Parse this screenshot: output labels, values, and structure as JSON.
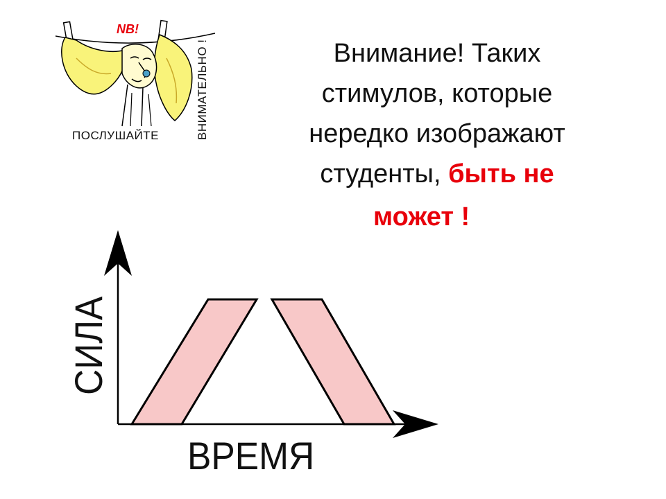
{
  "cartoon": {
    "badge": "NB!",
    "caption_bottom": "ПОСЛУШАЙТЕ",
    "caption_side": "ВНИМАТЕЛЬНО !",
    "colors": {
      "cloth": "#f9f37a",
      "badge": "#e8000b"
    }
  },
  "headline": {
    "line1": "Внимание! Таких",
    "line2": "стимулов, которые",
    "line3": "нередко изображают",
    "line4_plain": "студенты,",
    "line4_warn": "быть не",
    "line5_warn": "может !",
    "colors": {
      "text": "#111111",
      "warn": "#e8000b"
    }
  },
  "diagram": {
    "y_axis_label": "СИЛА",
    "x_axis_label": "ВРЕМЯ",
    "colors": {
      "fill": "#f8c8c8",
      "stroke": "#000000"
    },
    "shapes": [
      {
        "name": "rising-stimulus",
        "description_hidden": true
      },
      {
        "name": "falling-stimulus",
        "description_hidden": true
      }
    ]
  }
}
